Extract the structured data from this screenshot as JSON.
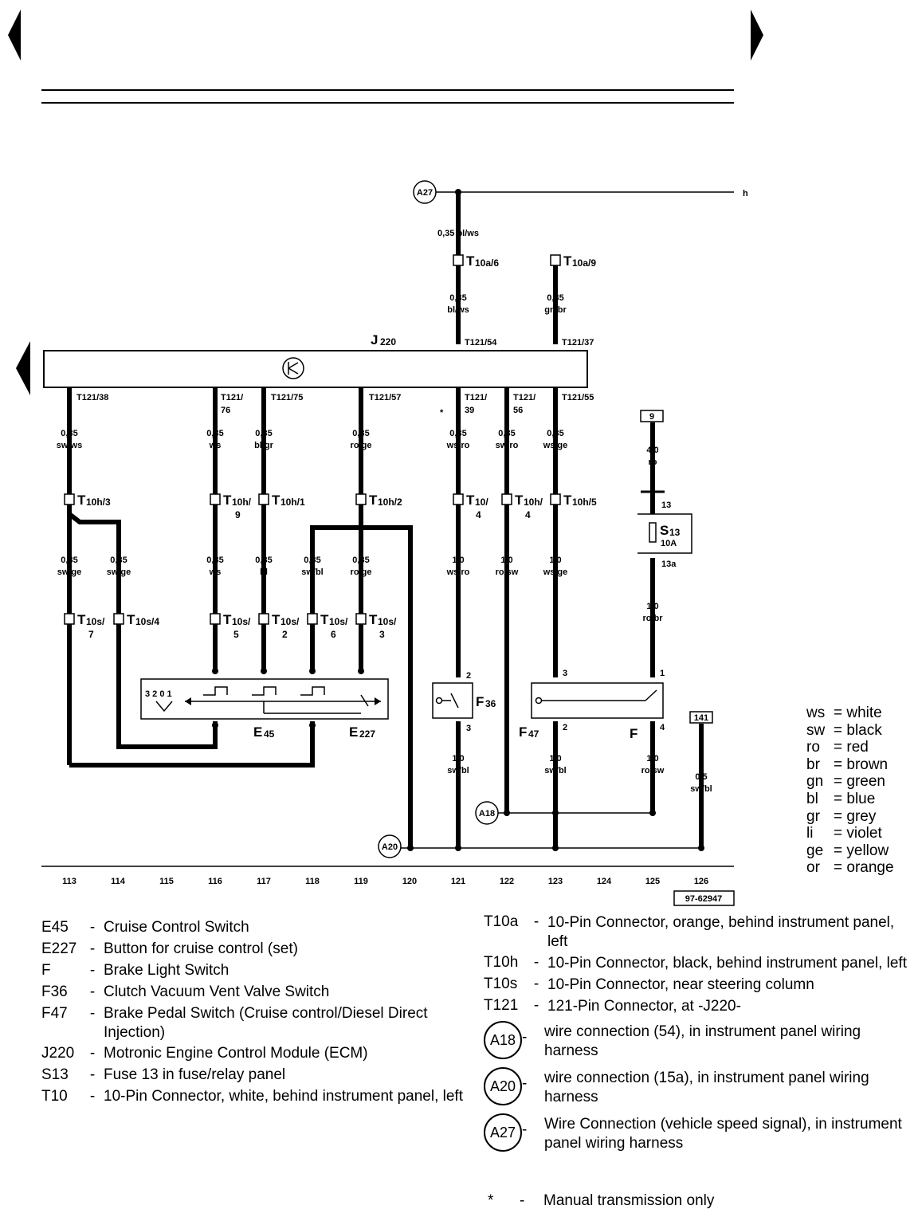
{
  "diagram": {
    "module_label": "J",
    "module_sub": "220",
    "ref_number": "97-62947",
    "h_label": "h",
    "top_connectors": [
      {
        "id": "t10a6",
        "name": "T",
        "sub": "10a/6"
      },
      {
        "id": "t10a9",
        "name": "T",
        "sub": "10a/9"
      }
    ],
    "top_wires": [
      {
        "gauge": "0,35 bl/ws"
      },
      {
        "gauge": "0,35",
        "color": "bl/ws"
      },
      {
        "gauge": "0,35",
        "color": "gn/br"
      }
    ],
    "module_pins_top": [
      "T121/54",
      "T121/37"
    ],
    "module_pins_bottom": [
      "T121/38",
      "T121/",
      "76",
      "T121/75",
      "T121/57",
      "T121/",
      "39",
      "T121/",
      "56",
      "T121/55"
    ],
    "upper_wires": [
      {
        "gauge": "0,35",
        "color": "sw/ws"
      },
      {
        "gauge": "0,35",
        "color": "ws"
      },
      {
        "gauge": "0,35",
        "color": "bl/gr"
      },
      {
        "gauge": "0,35",
        "color": "ro/ge"
      },
      {
        "gauge": "0,35",
        "color": "ws/ro"
      },
      {
        "gauge": "0,35",
        "color": "sw/ro"
      },
      {
        "gauge": "0,35",
        "color": "ws/ge"
      }
    ],
    "mid_connectors": [
      {
        "name": "T",
        "sub": "10h/3"
      },
      {
        "name": "T",
        "sub": "10h/",
        "sub2": "9"
      },
      {
        "name": "T",
        "sub": "10h/1"
      },
      {
        "name": "T",
        "sub": "10h/2"
      },
      {
        "name": "T",
        "sub": "10/",
        "sub2": "4"
      },
      {
        "name": "T",
        "sub": "10h/",
        "sub2": "4"
      },
      {
        "name": "T",
        "sub": "10h/5"
      }
    ],
    "lower_wires": [
      {
        "gauge": "0,35",
        "color": "sw/ge"
      },
      {
        "gauge": "0,35",
        "color": "sw/ge"
      },
      {
        "gauge": "0,35",
        "color": "ws"
      },
      {
        "gauge": "0,35",
        "color": "bl"
      },
      {
        "gauge": "0,35",
        "color": "sw/bl"
      },
      {
        "gauge": "0,35",
        "color": "ro/ge"
      },
      {
        "gauge": "1,0",
        "color": "ws/ro"
      },
      {
        "gauge": "1,0",
        "color": "ro/sw"
      },
      {
        "gauge": "1,0",
        "color": "ws/ge"
      }
    ],
    "bottom_connectors": [
      {
        "name": "T",
        "sub": "10s/",
        "sub2": "7"
      },
      {
        "name": "T",
        "sub": "10s/4"
      },
      {
        "name": "T",
        "sub": "10s/",
        "sub2": "5"
      },
      {
        "name": "T",
        "sub": "10s/",
        "sub2": "2"
      },
      {
        "name": "T",
        "sub": "10s/",
        "sub2": "6"
      },
      {
        "name": "T",
        "sub": "10s/",
        "sub2": "3"
      }
    ],
    "fuse": {
      "box": "9",
      "gauge": "4,0",
      "color": "ro",
      "pin_in": "13",
      "name": "S",
      "sub": "13",
      "rating": "10A",
      "pin_out": "13a",
      "out_gauge": "1,0",
      "out_color": "ro/br"
    },
    "switch_e45": {
      "name": "E",
      "sub": "45",
      "positions": "3 2 0 1"
    },
    "switch_e227": {
      "name": "E",
      "sub": "227"
    },
    "switch_f36": {
      "name": "F",
      "sub": "36",
      "pin_top": "2",
      "pin_bottom": "3"
    },
    "switch_f47": {
      "name": "F",
      "sub": "47",
      "pin_top": "3",
      "pin_bottom": "2"
    },
    "switch_f": {
      "name": "F",
      "pin_top": "1",
      "pin_bottom": "4"
    },
    "ground_wires": [
      {
        "gauge": "1,0",
        "color": "sw/bl"
      },
      {
        "gauge": "1,0",
        "color": "sw/bl"
      },
      {
        "gauge": "1,0",
        "color": "ro/sw"
      },
      {
        "gauge": "0,5",
        "color": "sw/bl"
      }
    ],
    "ref_box_141": "141",
    "asterisk": "*",
    "circles": {
      "a27": "A27",
      "a18": "A18",
      "a20": "A20"
    },
    "columns": [
      "113",
      "114",
      "115",
      "116",
      "117",
      "118",
      "119",
      "120",
      "121",
      "122",
      "123",
      "124",
      "125",
      "126"
    ]
  },
  "legend_left": [
    {
      "code": "E45",
      "dash": "-",
      "desc": "Cruise Control Switch"
    },
    {
      "code": "E227",
      "dash": "-",
      "desc": "Button for cruise control (set)"
    },
    {
      "code": "F",
      "dash": "-",
      "desc": "Brake Light Switch"
    },
    {
      "code": "F36",
      "dash": "-",
      "desc": "Clutch Vacuum Vent Valve Switch"
    },
    {
      "code": "F47",
      "dash": "-",
      "desc": "Brake Pedal Switch (Cruise control/Diesel Direct Injection)"
    },
    {
      "code": "J220",
      "dash": "-",
      "desc": "Motronic Engine Control Module (ECM)"
    },
    {
      "code": "S13",
      "dash": "-",
      "desc": "Fuse 13 in fuse/relay panel"
    },
    {
      "code": "T10",
      "dash": "-",
      "desc": "10-Pin Connector, white, behind instrument panel, left"
    }
  ],
  "legend_right": [
    {
      "code": "T10a",
      "dash": "-",
      "desc": "10-Pin Connector, orange, behind instrument panel, left"
    },
    {
      "code": "T10h",
      "dash": "-",
      "desc": "10-Pin Connector, black, behind instrument panel, left"
    },
    {
      "code": "T10s",
      "dash": "-",
      "desc": "10-Pin Connector,  near steering column"
    },
    {
      "code": "T121",
      "dash": "-",
      "desc": "121-Pin Connector, at -J220-"
    }
  ],
  "legend_circles": [
    {
      "code": "A18",
      "dash": "-",
      "desc": "wire connection (54), in instrument panel wiring harness"
    },
    {
      "code": "A20",
      "dash": "-",
      "desc": "wire connection (15a), in instrument panel wiring harness"
    },
    {
      "code": "A27",
      "dash": "-",
      "desc": "Wire Connection (vehicle speed signal), in instrument panel wiring harness"
    }
  ],
  "footnote": {
    "symbol": "*",
    "dash": "-",
    "text": "Manual transmission only"
  },
  "color_key": [
    {
      "abbr": "ws",
      "eq": "= white"
    },
    {
      "abbr": "sw",
      "eq": "= black"
    },
    {
      "abbr": "ro",
      "eq": "= red"
    },
    {
      "abbr": "br",
      "eq": "= brown"
    },
    {
      "abbr": "gn",
      "eq": "= green"
    },
    {
      "abbr": "bl",
      "eq": "= blue"
    },
    {
      "abbr": "gr",
      "eq": "= grey"
    },
    {
      "abbr": "li",
      "eq": "= violet"
    },
    {
      "abbr": "ge",
      "eq": "= yellow"
    },
    {
      "abbr": "or",
      "eq": "= orange"
    }
  ]
}
